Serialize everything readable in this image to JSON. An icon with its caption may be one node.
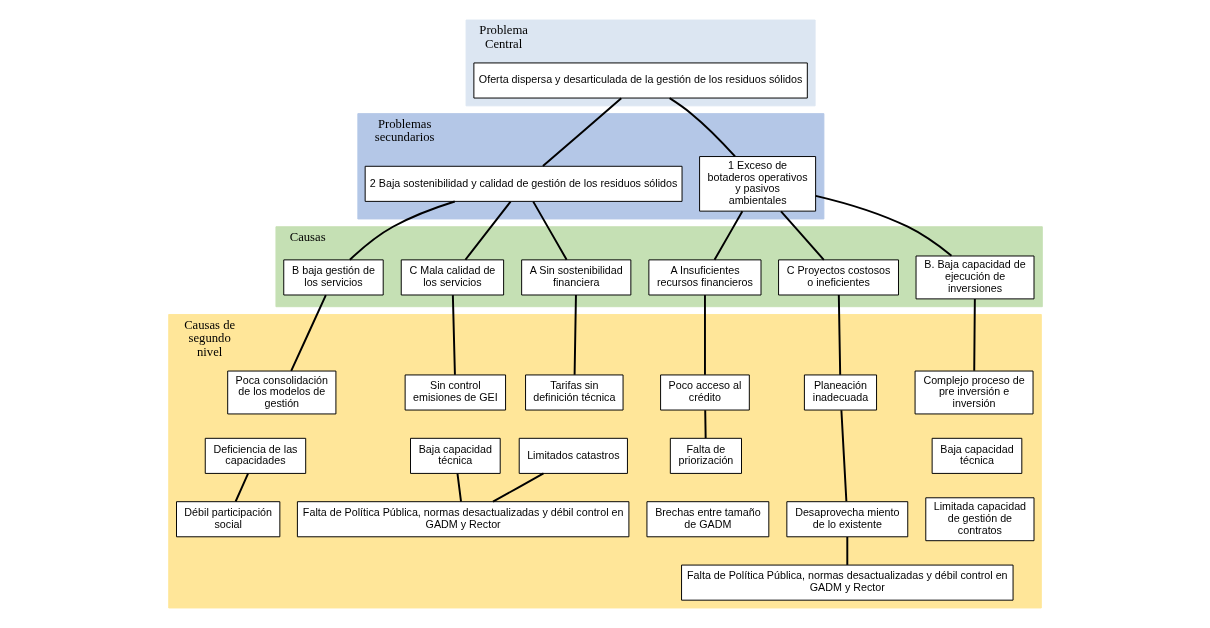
{
  "diagram": {
    "nodes": [
      {
        "text": [
          "Problema Central"
        ]
      },
      {
        "text": [
          "Oferta dispersa y desarticulada de la gestión de los residuos sólidos"
        ],
        "in": 0
      },
      {
        "text": [
          "Problemas secundarios"
        ]
      },
      {
        "text": [
          "1 Exceso de botaderos operativos y pasivos ambientales"
        ],
        "in": 2
      },
      {
        "text": [
          "2 Baja sostenibilidad y calidad de gestión de los residuos sólidos"
        ],
        "in": 2
      },
      {
        "text": [
          "Causas"
        ]
      },
      {
        "text": [
          "A Insuficientes recursos financieros"
        ],
        "in": 5
      },
      {
        "text": [
          "B. Baja capacidad de ejecución de inversiones"
        ],
        "in": 5
      },
      {
        "text": [
          "C Proyectos costosos o ineficientes"
        ],
        "in": 5
      },
      {
        "text": [
          "A Sin sostenibilidad financiera"
        ],
        "in": 5
      },
      {
        "text": [
          "B baja gestión de los servicios"
        ],
        "in": 5
      },
      {
        "text": [
          "C Mala calidad de los servicios"
        ],
        "in": 5
      },
      {
        "text": [
          "Causas de segundo nivel"
        ]
      },
      {
        "text": [
          "Poco acceso al crédito"
        ],
        "in": 12
      },
      {
        "text": [
          "Falta de priorización"
        ],
        "in": 12
      },
      {
        "text": [
          "Brechas entre tamaño de GADM"
        ],
        "in": 12
      },
      {
        "text": [
          "Complejo proceso de pre inversión e inversión"
        ],
        "in": 12
      },
      {
        "text": [
          "Baja capacidad técnica"
        ],
        "in": 12
      },
      {
        "text": [
          "Limitada capacidad de gestión de contratos"
        ],
        "in": 12
      },
      {
        "text": [
          "Planeación inadecuada"
        ],
        "in": 12
      },
      {
        "text": [
          "Desaprovecha miento de lo existente"
        ],
        "in": 12
      },
      {
        "text": [
          "Falta de Política Pública, normas desactualizadas y débil control en GADM y Rector"
        ],
        "in": 12
      },
      {
        "text": [
          "Tarifas sin definición técnica"
        ],
        "in": 12
      },
      {
        "text": [
          "Limitados catastros"
        ],
        "in": 12
      },
      {
        "text": [
          "Poca consolidación de los modelos de gestión"
        ],
        "in": 12
      },
      {
        "text": [
          "Deficiencia de las capacidades"
        ],
        "in": 12
      },
      {
        "text": [
          "Débil participación social"
        ],
        "in": 12
      },
      {
        "text": [
          "Sin control emisiones de GEI"
        ],
        "in": 12
      },
      {
        "text": [
          "Baja capacidad técnica"
        ],
        "in": 12
      },
      {
        "text": [
          "Falta de Política Pública, normas desactualizadas y débil control en GADM y Rector"
        ],
        "in": 12
      }
    ],
    "edges": [
      {
        "from": 1,
        "to": 3,
        "arrow": "none"
      },
      {
        "from": 1,
        "to": 4,
        "arrow": "none"
      },
      {
        "from": 3,
        "to": 6,
        "arrow": "none"
      },
      {
        "from": 3,
        "to": 7,
        "arrow": "none"
      },
      {
        "from": 3,
        "to": 8,
        "arrow": "none"
      },
      {
        "from": 4,
        "to": 9,
        "arrow": "none"
      },
      {
        "from": 4,
        "to": 10,
        "arrow": "none"
      },
      {
        "from": 4,
        "to": 11,
        "arrow": "none"
      },
      {
        "from": 6,
        "to": 13,
        "arrow": "none"
      },
      {
        "from": 7,
        "to": 16,
        "arrow": "none"
      },
      {
        "from": 8,
        "to": 19,
        "arrow": "none"
      },
      {
        "from": 13,
        "to": 14,
        "arrow": "none"
      },
      {
        "from": 19,
        "to": 20,
        "arrow": "none"
      },
      {
        "from": 20,
        "to": 21,
        "arrow": "none"
      },
      {
        "from": 9,
        "to": 22,
        "arrow": "none"
      },
      {
        "from": 10,
        "to": 24,
        "arrow": "none"
      },
      {
        "from": 11,
        "to": 27,
        "arrow": "none"
      },
      {
        "from": 23,
        "to": 29,
        "arrow": "none"
      },
      {
        "from": 25,
        "to": 26,
        "arrow": "none"
      },
      {
        "from": 28,
        "to": 29,
        "arrow": "none"
      }
    ]
  }
}
